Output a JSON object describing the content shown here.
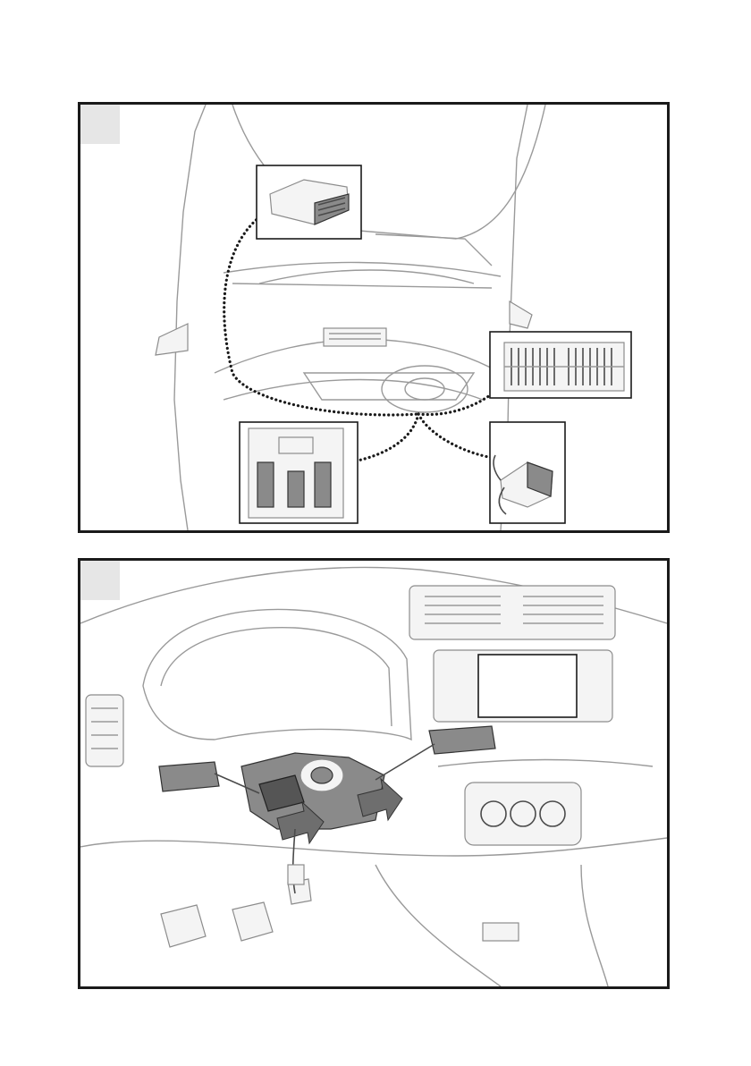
{
  "panels": [
    {
      "id": "panel-1",
      "step_label": "",
      "view": "top-view-vehicle-wiring"
    },
    {
      "id": "panel-2",
      "step_label": "",
      "view": "steering-column-switch-removal"
    }
  ]
}
